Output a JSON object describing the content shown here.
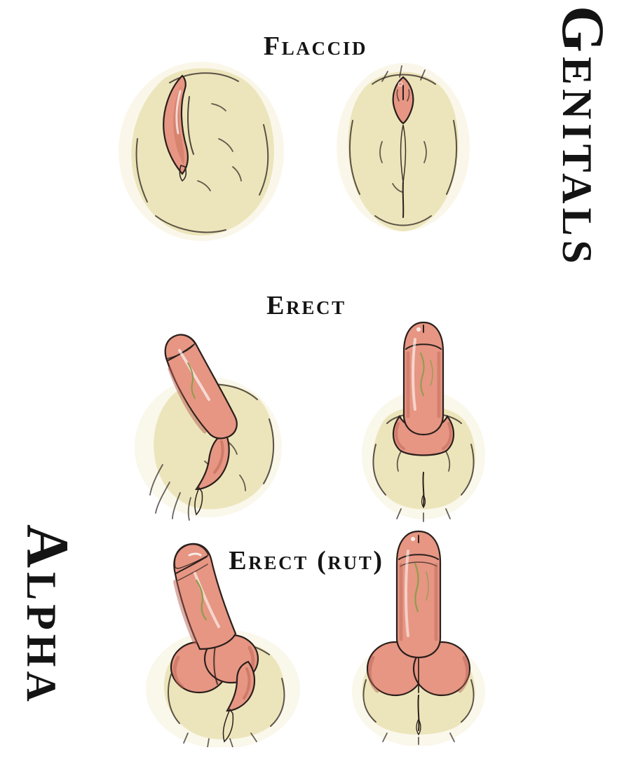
{
  "titles": {
    "right_vertical": "Genitals",
    "left_vertical": "Alpha"
  },
  "labels": {
    "flaccid": "Flaccid",
    "erect": "Erect",
    "erect_rut": "Erect (rut)"
  },
  "figures": {
    "flaccid_side": "flaccid-side-view-illustration",
    "flaccid_front": "flaccid-front-view-illustration",
    "erect_side": "erect-side-view-illustration",
    "erect_front": "erect-front-view-illustration",
    "rut_side": "erect-rut-side-view-illustration",
    "rut_front": "erect-rut-front-view-illustration"
  },
  "palette": {
    "background": "#ffffff",
    "ink": "#141414",
    "fur": "#ece5bb",
    "fur_halo": "#f5f0d8",
    "pink": "#e69683",
    "pink_dark": "#cf7a68",
    "pink_deep": "#b85f52",
    "highlight": "#f6cfc0",
    "vein_green": "#8f9c4d",
    "outline": "#2a1f1c"
  }
}
